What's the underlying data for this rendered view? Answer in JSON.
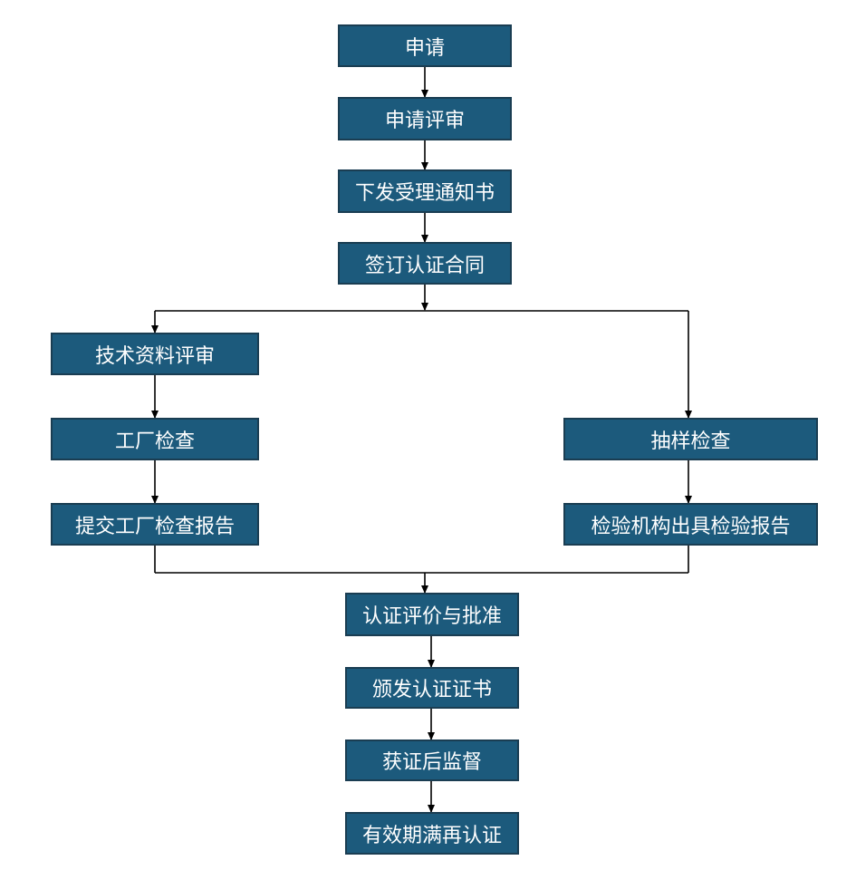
{
  "colors": {
    "node_fill": "#1c5a7c",
    "node_border": "#1a3d52",
    "node_text": "#ffffff",
    "connector": "#000000"
  },
  "nodes": {
    "apply": "申请",
    "application_review": "申请评审",
    "issue_acceptance_notice": "下发受理通知书",
    "sign_contract": "签订认证合同",
    "technical_docs_review": "技术资料评审",
    "factory_inspection": "工厂检查",
    "submit_factory_report": "提交工厂检查报告",
    "sampling_inspection": "抽样检查",
    "lab_test_report": "检验机构出具检验报告",
    "evaluation_approval": "认证评价与批准",
    "issue_certificate": "颁发认证证书",
    "post_cert_supervision": "获证后监督",
    "renewal": "有效期满再认证"
  }
}
